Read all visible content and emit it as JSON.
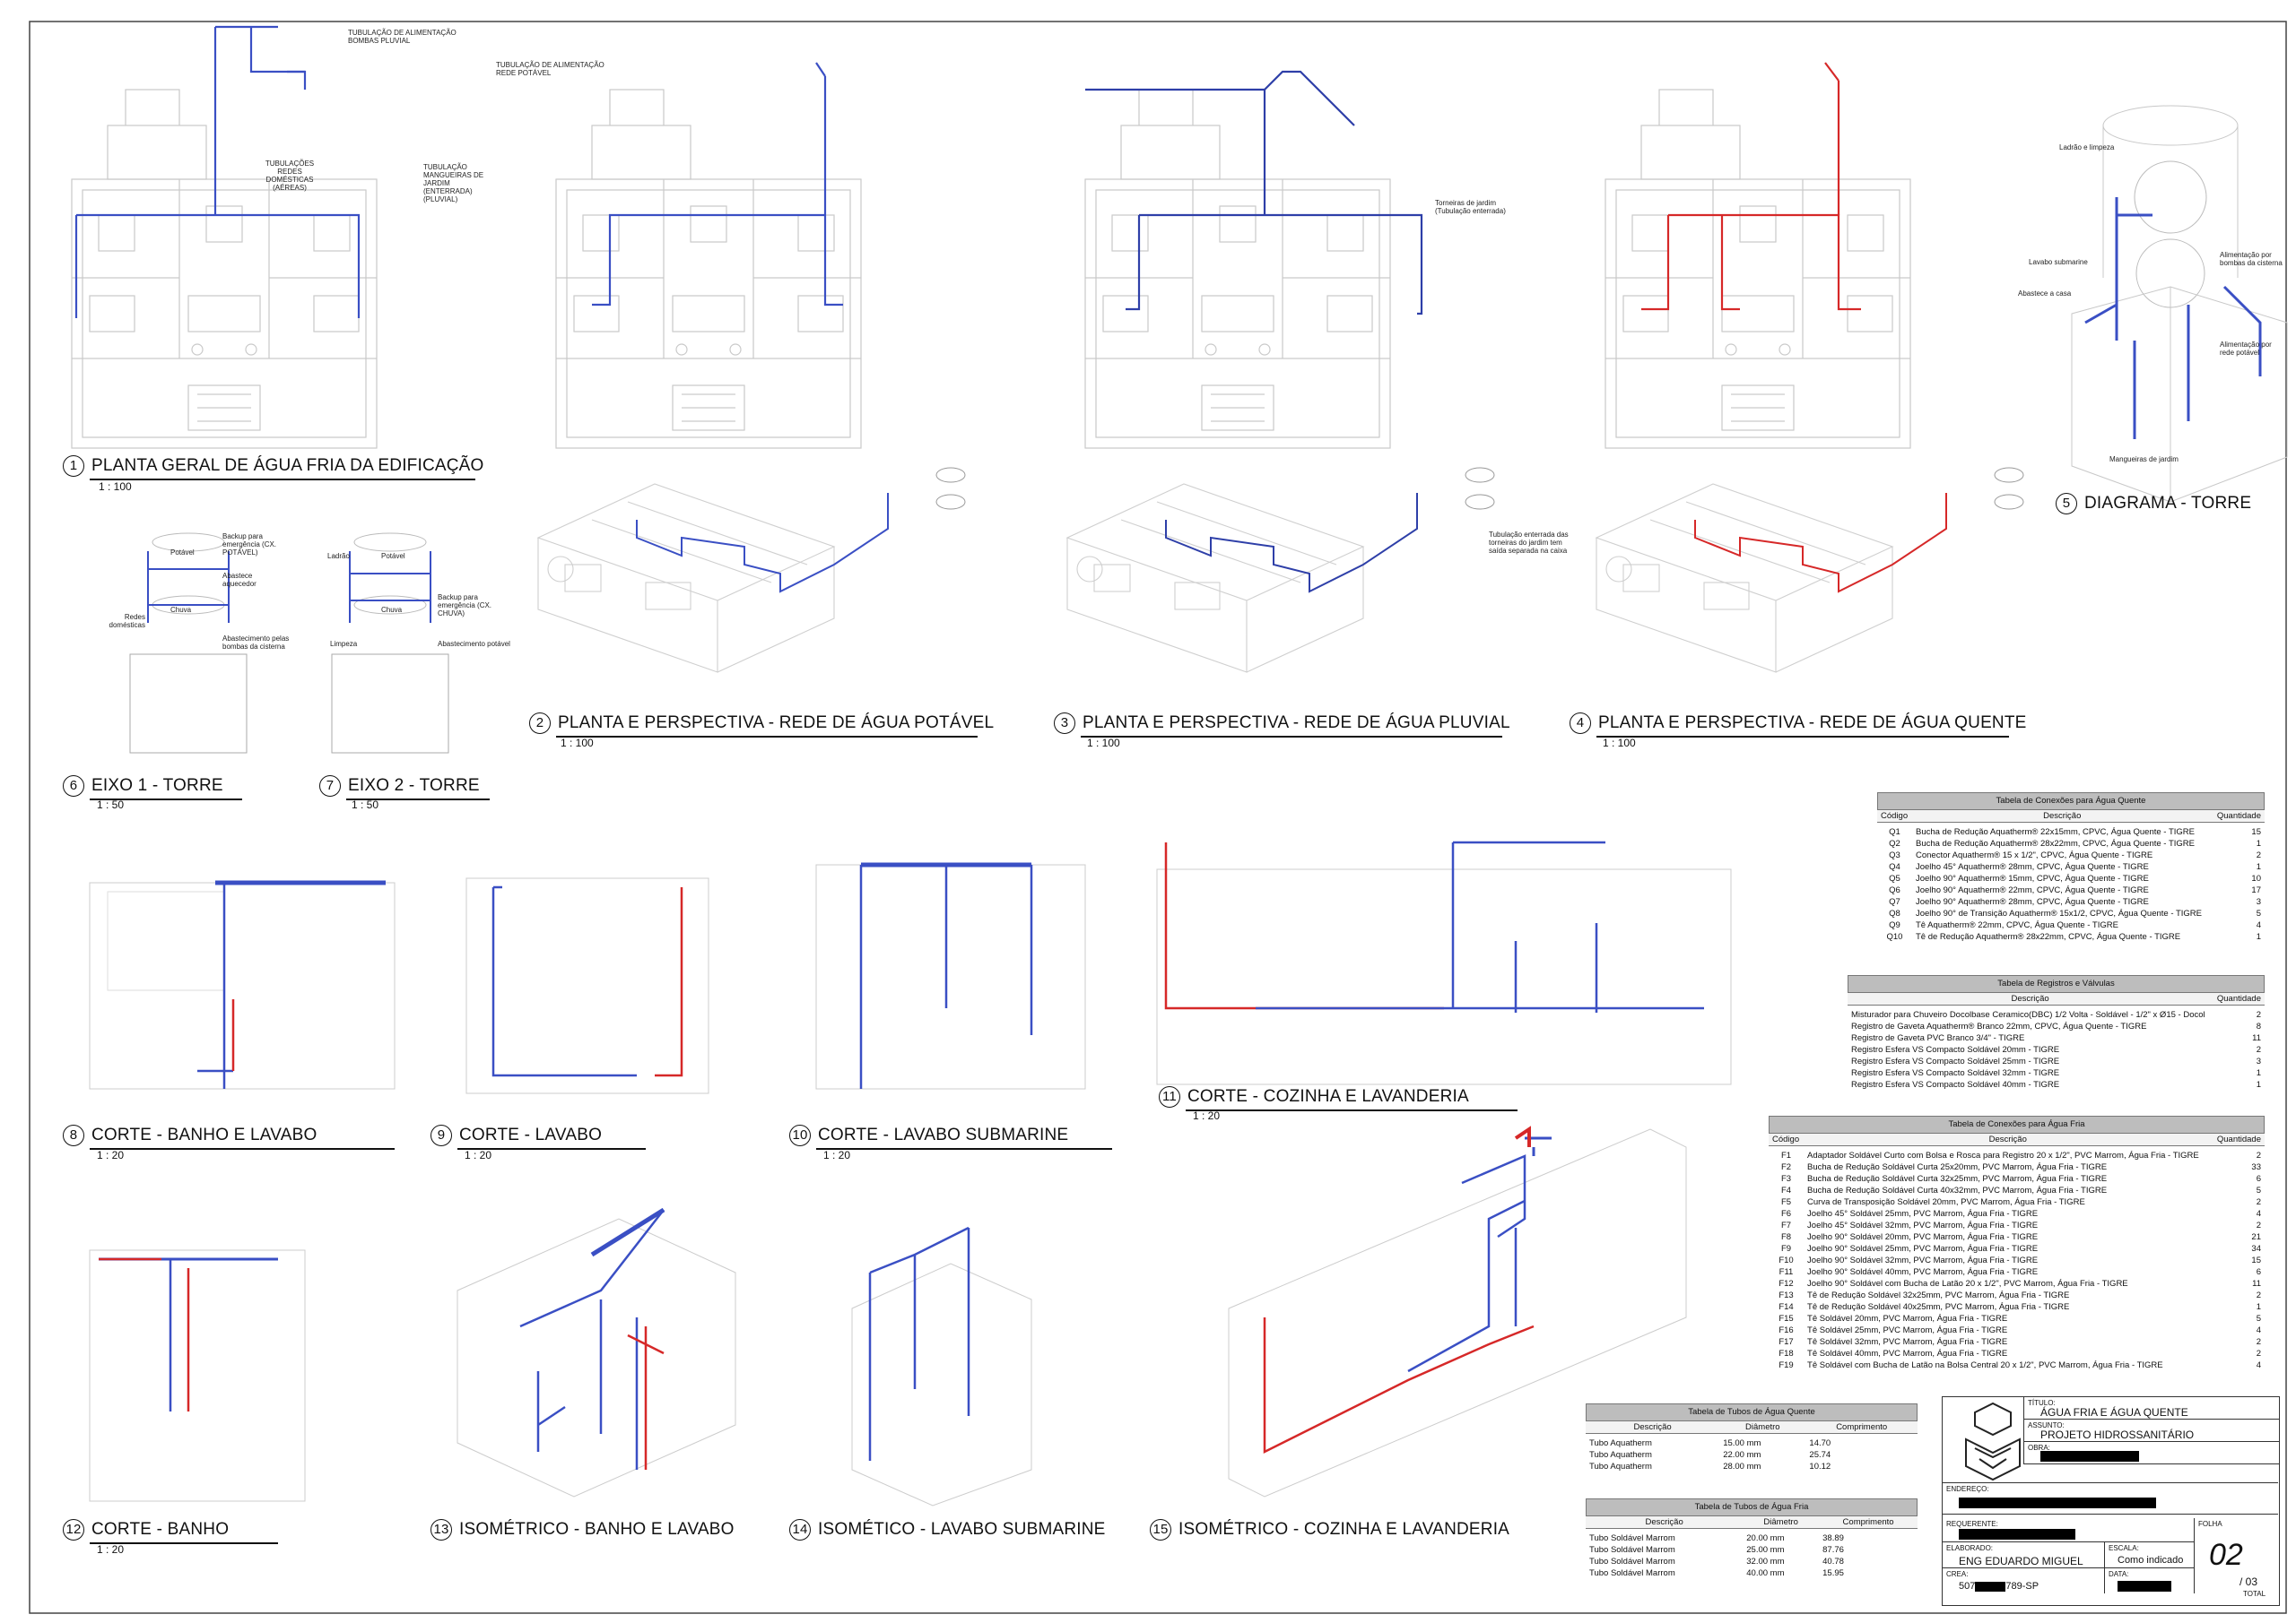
{
  "colors": {
    "cold_water": "#3a4fc4",
    "hot_water": "#d62828",
    "rain_water": "#2e3fa8",
    "linework": "#c8c8c8",
    "ink": "#111111"
  },
  "views": [
    {
      "num": "1",
      "title": "PLANTA GERAL DE ÁGUA FRIA DA EDIFICAÇÃO",
      "scale": "1 : 100"
    },
    {
      "num": "2",
      "title": "PLANTA E PERSPECTIVA - REDE DE ÁGUA POTÁVEL",
      "scale": "1 : 100"
    },
    {
      "num": "3",
      "title": "PLANTA E PERSPECTIVA - REDE DE ÁGUA PLUVIAL",
      "scale": "1 : 100"
    },
    {
      "num": "4",
      "title": "PLANTA E PERSPECTIVA - REDE DE ÁGUA QUENTE",
      "scale": "1 : 100"
    },
    {
      "num": "5",
      "title": "DIAGRAMA - TORRE",
      "scale": ""
    },
    {
      "num": "6",
      "title": "EIXO 1  - TORRE",
      "scale": "1 : 50"
    },
    {
      "num": "7",
      "title": "EIXO 2 - TORRE",
      "scale": "1 : 50"
    },
    {
      "num": "8",
      "title": "CORTE - BANHO E LAVABO",
      "scale": "1 : 20"
    },
    {
      "num": "9",
      "title": "CORTE - LAVABO",
      "scale": "1 : 20"
    },
    {
      "num": "10",
      "title": "CORTE - LAVABO SUBMARINE",
      "scale": "1 : 20"
    },
    {
      "num": "11",
      "title": "CORTE - COZINHA E LAVANDERIA",
      "scale": "1 : 20"
    },
    {
      "num": "12",
      "title": "CORTE - BANHO",
      "scale": "1 : 20"
    },
    {
      "num": "13",
      "title": "ISOMÉTRICO - BANHO E LAVABO",
      "scale": ""
    },
    {
      "num": "14",
      "title": "ISOMÉTICO - LAVABO SUBMARINE",
      "scale": ""
    },
    {
      "num": "15",
      "title": "ISOMÉTRICO - COZINHA E LAVANDERIA",
      "scale": ""
    }
  ],
  "annotations": {
    "tub_alim_pluvial": "TUBULAÇÃO DE ALIMENTAÇÃO BOMBAS PLUVIAL",
    "tub_alim_potavel": "TUBULAÇÃO DE ALIMENTAÇÃO REDE POTÁVEL",
    "tub_redes_domesticas": "TUBULAÇÕES REDES DOMÉSTICAS (AÉREAS)",
    "tub_mangueiras": "TUBULAÇÃO MANGUEIRAS DE JARDIM (ENTERRADA) (PLUVIAL)",
    "torneiras_jardim": "Torneiras de jardim (Tubulação enterrada)",
    "tub_enterrada": "Tubulação enterrada das torneiras do jardim tem saída separada na caixa",
    "ladrao": "Ladrão e limpeza",
    "lavabo_sub": "Lavabo submarine",
    "abastece_casa": "Abastece a casa",
    "alim_bombas": "Alimentação por bombas da cisterna",
    "alim_rede": "Alimentação por rede potável",
    "mangueiras": "Mangueiras de jardim",
    "potavel": "Potável",
    "chuva": "Chuva",
    "backup_potavel": "Backup para emergência (CX. POTÁVEL)",
    "abastece_aquecedor": "Abastece aquecedor",
    "redes_domesticas": "Redes domésticas",
    "abast_bombas": "Abastecimento pelas bombas da cisterna",
    "ladrao_s": "Ladrão",
    "limpeza": "Limpeza",
    "backup_chuva": "Backup para emergência (CX. CHUVA)",
    "abast_potavel": "Abastecimento potável"
  },
  "tables": {
    "conexoes_quente": {
      "title": "Tabela de Conexões para Água Quente",
      "headers": [
        "Código",
        "Descrição",
        "Quantidade"
      ],
      "rows": [
        [
          "Q1",
          "Bucha de Redução Aquatherm® 22x15mm, CPVC, Água Quente - TIGRE",
          "15"
        ],
        [
          "Q2",
          "Bucha de Redução Aquatherm® 28x22mm, CPVC, Água Quente - TIGRE",
          "1"
        ],
        [
          "Q3",
          "Conector Aquatherm® 15 x 1/2\", CPVC, Água Quente - TIGRE",
          "2"
        ],
        [
          "Q4",
          "Joelho 45° Aquatherm® 28mm, CPVC, Água Quente - TIGRE",
          "1"
        ],
        [
          "Q5",
          "Joelho 90° Aquatherm® 15mm, CPVC, Água Quente - TIGRE",
          "10"
        ],
        [
          "Q6",
          "Joelho 90° Aquatherm® 22mm, CPVC, Água Quente - TIGRE",
          "17"
        ],
        [
          "Q7",
          "Joelho 90° Aquatherm® 28mm, CPVC, Água Quente - TIGRE",
          "3"
        ],
        [
          "Q8",
          "Joelho 90° de Transição Aquatherm® 15x1/2, CPVC, Água Quente - TIGRE",
          "5"
        ],
        [
          "Q9",
          "Tê Aquatherm® 22mm, CPVC, Água Quente - TIGRE",
          "4"
        ],
        [
          "Q10",
          "Tê de Redução Aquatherm® 28x22mm, CPVC, Água Quente - TIGRE",
          "1"
        ]
      ]
    },
    "registros": {
      "title": "Tabela de Registros e Válvulas",
      "headers": [
        "Descrição",
        "Quantidade"
      ],
      "rows": [
        [
          "Misturador para Chuveiro Docolbase Ceramico(DBC) 1/2 Volta - Soldável - 1/2\" x Ø15 - Docol",
          "2"
        ],
        [
          "Registro de Gaveta Aquatherm® Branco 22mm, CPVC, Água Quente - TIGRE",
          "8"
        ],
        [
          "Registro de Gaveta PVC Branco 3/4\" - TIGRE",
          "11"
        ],
        [
          "Registro Esfera VS Compacto Soldável 20mm - TIGRE",
          "2"
        ],
        [
          "Registro Esfera VS Compacto Soldável 25mm - TIGRE",
          "3"
        ],
        [
          "Registro Esfera VS Compacto Soldável 32mm - TIGRE",
          "1"
        ],
        [
          "Registro Esfera VS Compacto Soldável 40mm - TIGRE",
          "1"
        ]
      ]
    },
    "conexoes_fria": {
      "title": "Tabela de Conexões para Água Fria",
      "headers": [
        "Código",
        "Descrição",
        "Quantidade"
      ],
      "rows": [
        [
          "F1",
          "Adaptador Soldável Curto com Bolsa e Rosca para Registro 20 x 1/2\", PVC Marrom, Água Fria - TIGRE",
          "2"
        ],
        [
          "F2",
          "Bucha de Redução Soldável Curta 25x20mm, PVC Marrom, Água Fria - TIGRE",
          "33"
        ],
        [
          "F3",
          "Bucha de Redução Soldável Curta 32x25mm, PVC Marrom, Água Fria - TIGRE",
          "6"
        ],
        [
          "F4",
          "Bucha de Redução Soldável Curta 40x32mm, PVC Marrom, Água Fria - TIGRE",
          "5"
        ],
        [
          "F5",
          "Curva de Transposição Soldável 20mm, PVC Marrom, Água Fria - TIGRE",
          "2"
        ],
        [
          "F6",
          "Joelho 45° Soldável 25mm, PVC Marrom, Água Fria - TIGRE",
          "4"
        ],
        [
          "F7",
          "Joelho 45° Soldável 32mm, PVC Marrom, Água Fria - TIGRE",
          "2"
        ],
        [
          "F8",
          "Joelho 90° Soldável 20mm, PVC Marrom, Água Fria - TIGRE",
          "21"
        ],
        [
          "F9",
          "Joelho 90° Soldável 25mm, PVC Marrom, Água Fria - TIGRE",
          "34"
        ],
        [
          "F10",
          "Joelho 90° Soldável 32mm, PVC Marrom, Água Fria - TIGRE",
          "15"
        ],
        [
          "F11",
          "Joelho 90° Soldável 40mm, PVC Marrom, Água Fria - TIGRE",
          "6"
        ],
        [
          "F12",
          "Joelho 90° Soldável com Bucha de Latão 20 x 1/2\", PVC Marrom, Água Fria - TIGRE",
          "11"
        ],
        [
          "F13",
          "Tê de Redução Soldável 32x25mm, PVC Marrom, Água Fria - TIGRE",
          "2"
        ],
        [
          "F14",
          "Tê de Redução Soldável 40x25mm, PVC Marrom, Água Fria - TIGRE",
          "1"
        ],
        [
          "F15",
          "Tê Soldável 20mm, PVC Marrom, Água Fria - TIGRE",
          "5"
        ],
        [
          "F16",
          "Tê Soldável 25mm, PVC Marrom, Água Fria - TIGRE",
          "4"
        ],
        [
          "F17",
          "Tê Soldável 32mm, PVC Marrom, Água Fria - TIGRE",
          "2"
        ],
        [
          "F18",
          "Tê Soldável 40mm, PVC Marrom, Água Fria - TIGRE",
          "2"
        ],
        [
          "F19",
          "Tê Soldável com Bucha de Latão na Bolsa Central 20 x 1/2\", PVC Marrom, Água Fria - TIGRE",
          "4"
        ]
      ]
    },
    "tubos_quente": {
      "title": "Tabela de Tubos de Água Quente",
      "headers": [
        "Descrição",
        "Diâmetro",
        "Comprimento"
      ],
      "rows": [
        [
          "Tubo Aquatherm",
          "15.00 mm",
          "14.70"
        ],
        [
          "Tubo Aquatherm",
          "22.00 mm",
          "25.74"
        ],
        [
          "Tubo Aquatherm",
          "28.00 mm",
          "10.12"
        ]
      ]
    },
    "tubos_fria": {
      "title": "Tabela de Tubos de Água Fria",
      "headers": [
        "Descrição",
        "Diâmetro",
        "Comprimento"
      ],
      "rows": [
        [
          "Tubo Soldável Marrom",
          "20.00 mm",
          "38.89"
        ],
        [
          "Tubo Soldável Marrom",
          "25.00 mm",
          "87.76"
        ],
        [
          "Tubo Soldável Marrom",
          "32.00 mm",
          "40.78"
        ],
        [
          "Tubo Soldável Marrom",
          "40.00 mm",
          "15.95"
        ]
      ]
    }
  },
  "title_block": {
    "titulo_label": "TÍTULO:",
    "titulo": "ÁGUA FRIA E ÁGUA QUENTE",
    "assunto_label": "ASSUNTO:",
    "assunto": "PROJETO HIDROSSANITÁRIO",
    "obra_label": "OBRA:",
    "endereco_label": "ENDEREÇO:",
    "requerente_label": "REQUERENTE:",
    "elaborado_label": "ELABORADO:",
    "elaborado": "ENG EDUARDO MIGUEL",
    "escala_label": "ESCALA:",
    "escala": "Como indicado",
    "crea_label": "CREA:",
    "crea_pre": "507",
    "crea_post": "789-SP",
    "data_label": "DATA:",
    "folha_label": "FOLHA",
    "folha": "02",
    "total": "/ 03",
    "total_label": "TOTAL"
  }
}
